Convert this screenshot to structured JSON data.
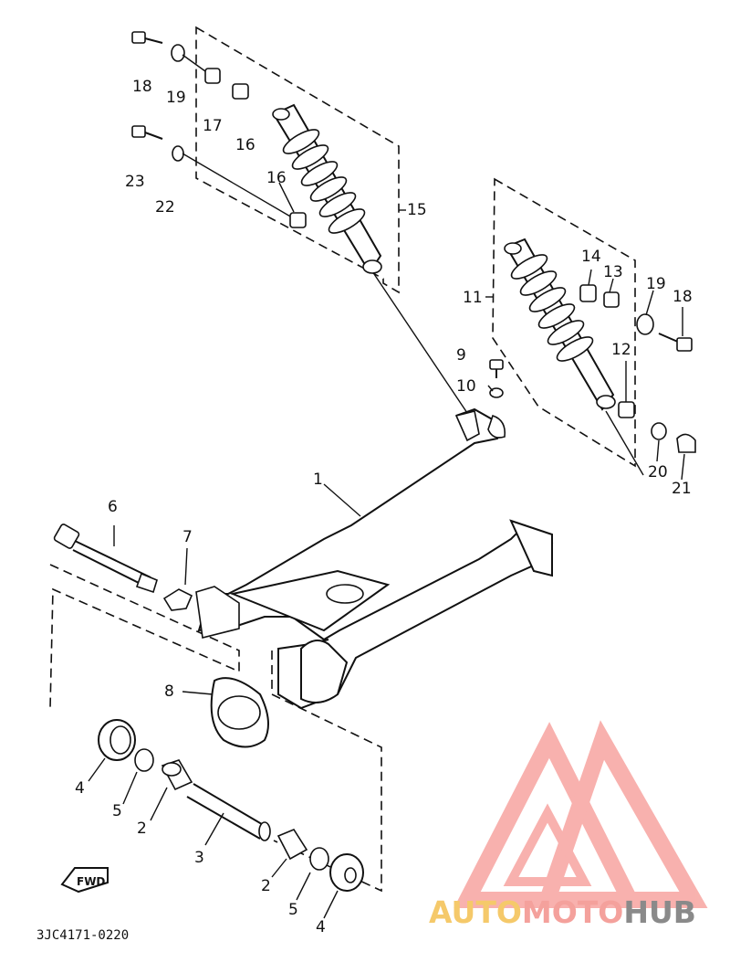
{
  "diagram_code": "3JC4171-0220",
  "fwd_label": "FWD",
  "watermark": {
    "parts": [
      "AUTO",
      "MOTO",
      "HUB"
    ],
    "colors": [
      "#f5c96a",
      "#f4a19c",
      "#8a8a8a"
    ],
    "logo_color": "#f7a4a0"
  },
  "callouts": [
    {
      "id": "c1",
      "text": "1"
    },
    {
      "id": "c2a",
      "text": "2"
    },
    {
      "id": "c2b",
      "text": "2"
    },
    {
      "id": "c3",
      "text": "3"
    },
    {
      "id": "c4a",
      "text": "4"
    },
    {
      "id": "c4b",
      "text": "4"
    },
    {
      "id": "c5a",
      "text": "5"
    },
    {
      "id": "c5b",
      "text": "5"
    },
    {
      "id": "c6",
      "text": "6"
    },
    {
      "id": "c7",
      "text": "7"
    },
    {
      "id": "c8",
      "text": "8"
    },
    {
      "id": "c9",
      "text": "9"
    },
    {
      "id": "c10",
      "text": "10"
    },
    {
      "id": "c11",
      "text": "11"
    },
    {
      "id": "c12",
      "text": "12"
    },
    {
      "id": "c13",
      "text": "13"
    },
    {
      "id": "c14",
      "text": "14"
    },
    {
      "id": "c15",
      "text": "15"
    },
    {
      "id": "c16a",
      "text": "16"
    },
    {
      "id": "c16b",
      "text": "16"
    },
    {
      "id": "c17",
      "text": "17"
    },
    {
      "id": "c18a",
      "text": "18"
    },
    {
      "id": "c18b",
      "text": "18"
    },
    {
      "id": "c19a",
      "text": "19"
    },
    {
      "id": "c19b",
      "text": "19"
    },
    {
      "id": "c20",
      "text": "20"
    },
    {
      "id": "c21",
      "text": "21"
    },
    {
      "id": "c22",
      "text": "22"
    },
    {
      "id": "c23",
      "text": "23"
    }
  ]
}
